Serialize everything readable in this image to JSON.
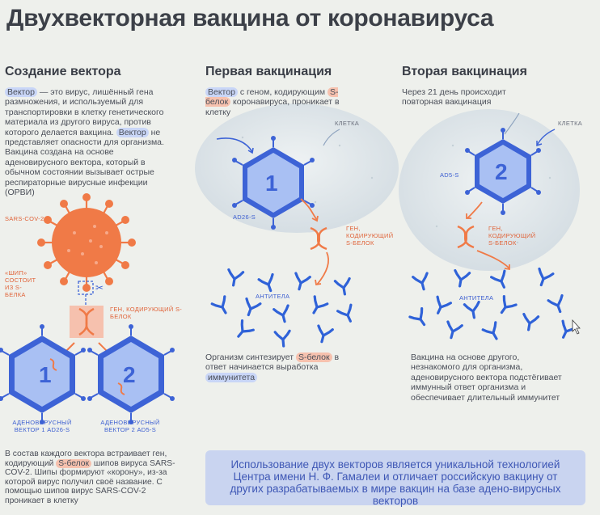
{
  "title": "Двухвекторная вакцина от коронавируса",
  "columns": {
    "creation": {
      "title": "Создание вектора",
      "text_parts": [
        "Вектор",
        " — это вирус, лишённый гена размножения, и используемый для транспортировки в клетку генетического материала из другого вируса, против которого делается вакцина. ",
        "Вектор",
        " не представляет опасности для организма. Вакцина создана на основе аденовирусного вектора, который в обычном состоянии вызывает острые респираторные вирусные инфекции (ОРВИ)"
      ],
      "sars_label": "SARS-COV-2",
      "spike_label": "«ШИП» СОСТОИТ ИЗ S-БЕЛКА",
      "gene_label": "ГЕН, КОДИРУЮЩИЙ S-БЕЛОК",
      "vector1_number": "1",
      "vector2_number": "2",
      "vector1_label": "АДЕНОВИРУСНЫЙ ВЕКТОР 1 AD26-S",
      "vector2_label": "АДЕНОВИРУСНЫЙ ВЕКТОР 2 AD5-S",
      "bottom_parts": [
        "В состав каждого вектора встраивает ген, кодирующий ",
        "S-белок",
        " шипов вируса SARS-COV-2. Шипы формируют «корону», из-за которой вирус получил своё название. С помощью шипов вирус SARS-COV-2 проникает в клетку"
      ]
    },
    "first": {
      "title": "Первая вакцинация",
      "top_parts": [
        "Вектор",
        " с геном, кодирующим ",
        "S-белок",
        " коронавируса, проникает в клетку"
      ],
      "cell_label": "КЛЕТКА",
      "vector_number": "1",
      "vector_label": "AD26-S",
      "gene_label": "ГЕН, КОДИРУЮЩИЙ S-БЕЛОК",
      "antibodies_label": "АНТИТЕЛА",
      "bottom_parts": [
        "Организм синтезирует ",
        "S-белок",
        " в ответ начинается выработка ",
        "иммунитета"
      ]
    },
    "second": {
      "title": "Вторая вакцинация",
      "top_text": "Через 21 день происходит повторная вакцинация",
      "cell_label": "КЛЕТКА",
      "vector_number": "2",
      "vector_label": "AD5-S",
      "gene_label": "ГЕН, КОДИРУЮЩИЙ S-БЕЛОК",
      "antibodies_label": "АНТИТЕЛА",
      "bottom_text": "Вакцина на основе другого, незнакомого для организма, аденовирусного вектора подстёгивает иммунный ответ организма и обеспечивает длительный иммунитет"
    }
  },
  "footer_note": "Использование двух векторов является уникальной технологией Центра имени Н. Ф. Гамалеи и отличает российскую вакцину от других разрабатываемых в мире вакцин на базе адено-вирусных векторов",
  "colors": {
    "blue": "#3d63d6",
    "light_blue": "#9bb5f2",
    "orange": "#f07a47",
    "cell": "#dde4e8"
  }
}
